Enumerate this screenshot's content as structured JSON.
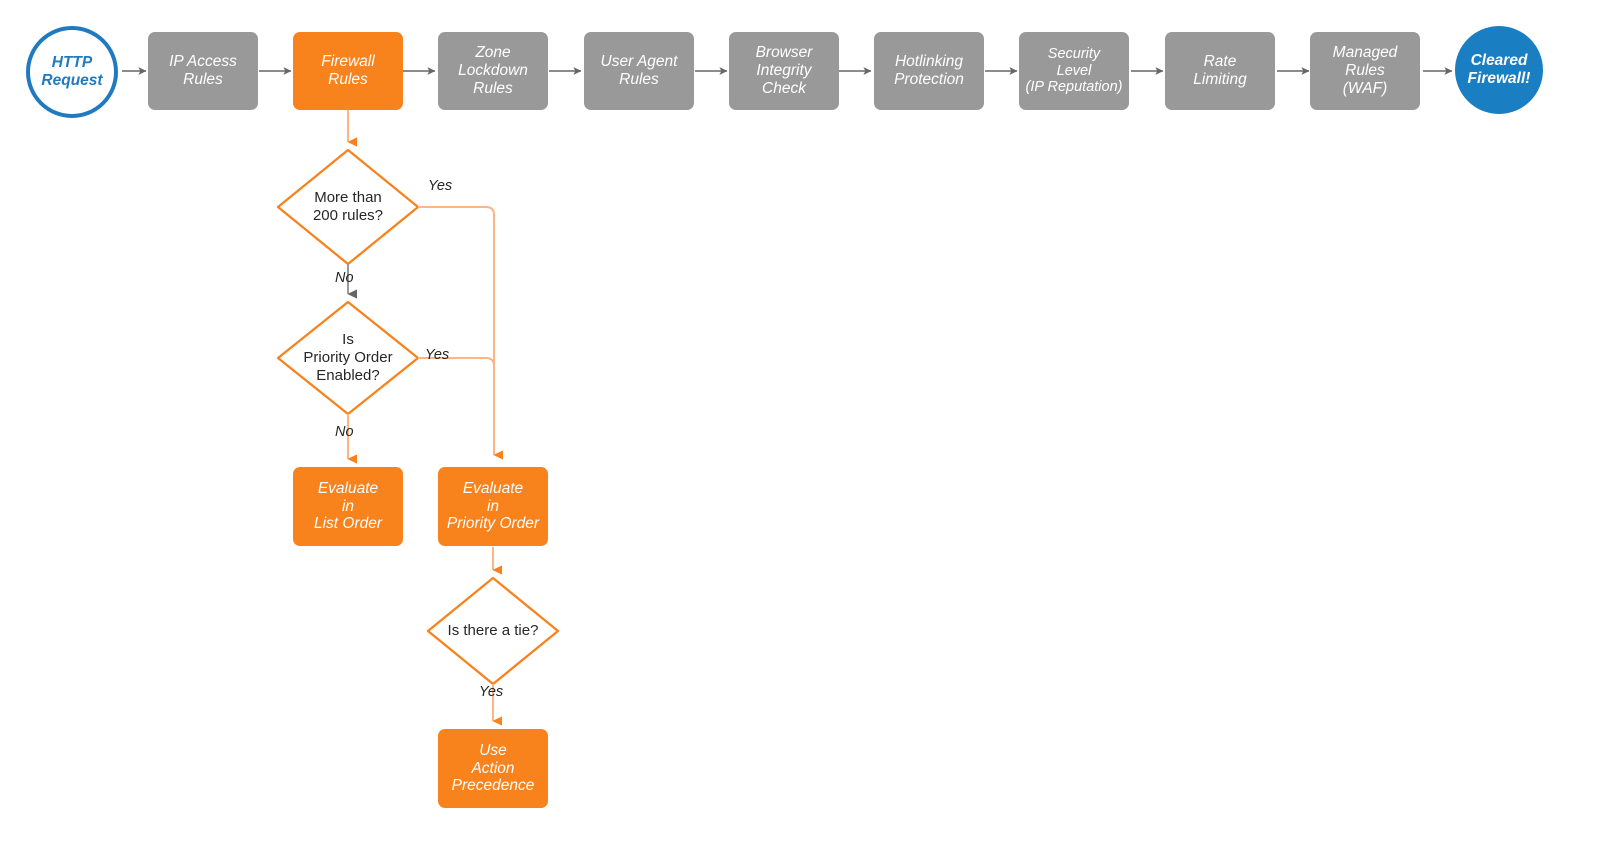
{
  "diagram": {
    "title": "Cloudflare firewall rule evaluation order flowchart",
    "colors": {
      "gray_node": "#999999",
      "orange_node": "#f8821c",
      "orange_line": "#f8821c",
      "orange_line_light": "#fbb683",
      "gray_line": "#808080",
      "blue_stroke": "#1f7ac0",
      "blue_fill": "#1a7ec2",
      "text_dark": "#262626",
      "text_light": "#ffffff",
      "background": "#ffffff"
    }
  },
  "pipeline": {
    "start": {
      "label": "HTTP Request",
      "shape": "circle-outline"
    },
    "steps": [
      {
        "id": "ip-access-rules",
        "label": "IP Access\nRules",
        "state": "inactive"
      },
      {
        "id": "firewall-rules",
        "label": "Firewall\nRules",
        "state": "active"
      },
      {
        "id": "zone-lockdown-rules",
        "label": "Zone\nLockdown\nRules",
        "state": "inactive"
      },
      {
        "id": "user-agent-rules",
        "label": "User Agent\nRules",
        "state": "inactive"
      },
      {
        "id": "browser-integrity",
        "label": "Browser\nIntegrity\nCheck",
        "state": "inactive"
      },
      {
        "id": "hotlinking-protection",
        "label": "Hotlinking\nProtection",
        "state": "inactive"
      },
      {
        "id": "security-level",
        "label": "Security\nLevel\n(IP Reputation)",
        "state": "inactive"
      },
      {
        "id": "rate-limiting",
        "label": "Rate\nLimiting",
        "state": "inactive"
      },
      {
        "id": "managed-rules-waf",
        "label": "Managed\nRules\n(WAF)",
        "state": "inactive"
      }
    ],
    "end": {
      "label": "Cleared Firewall!",
      "shape": "circle-filled"
    }
  },
  "decisions": [
    {
      "id": "more-than-200-rules",
      "label": "More than\n200 rules?"
    },
    {
      "id": "priority-order-enabled",
      "label": "Is\nPriority Order\nEnabled?"
    },
    {
      "id": "is-there-a-tie",
      "label": "Is there a tie?"
    }
  ],
  "outcomes": [
    {
      "id": "evaluate-list-order",
      "label": "Evaluate\nin\nList Order"
    },
    {
      "id": "evaluate-priority-order",
      "label": "Evaluate\nin\nPriority Order"
    },
    {
      "id": "use-action-precedence",
      "label": "Use\nAction\nPrecedence"
    }
  ],
  "edge_labels": {
    "d1_yes": "Yes",
    "d1_no": "No",
    "d2_yes": "Yes",
    "d2_no": "No",
    "d3_yes": "Yes"
  }
}
